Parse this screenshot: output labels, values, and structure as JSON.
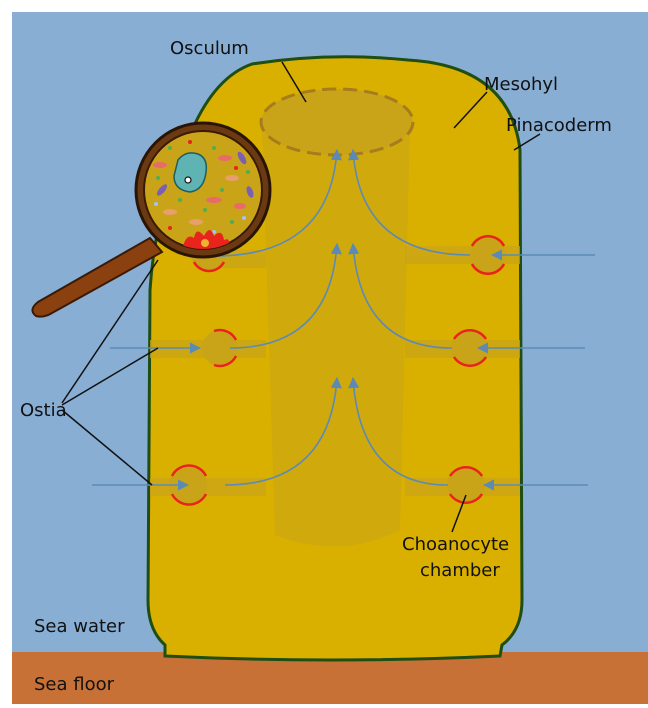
{
  "labels": {
    "osculum": "Osculum",
    "mesohyl": "Mesohyl",
    "pinacoderm": "Pinacoderm",
    "ostia": "Ostia",
    "choanocyte_line1": "Choanocyte",
    "choanocyte_line2": "chamber",
    "sea_water": "Sea water",
    "sea_floor": "Sea floor"
  },
  "colors": {
    "sea_water": "#88aed4",
    "sea_floor": "#c87137",
    "sponge_body": "#d9b000",
    "sponge_outline": "#1f4d12",
    "chamber_outline": "#e8241c",
    "flow_arrow": "#5b8bb5",
    "magnifier_handle": "#8b4010"
  },
  "icons": {
    "magnifier": "magnifying-glass-icon",
    "arrow": "flow-arrow-icon"
  }
}
